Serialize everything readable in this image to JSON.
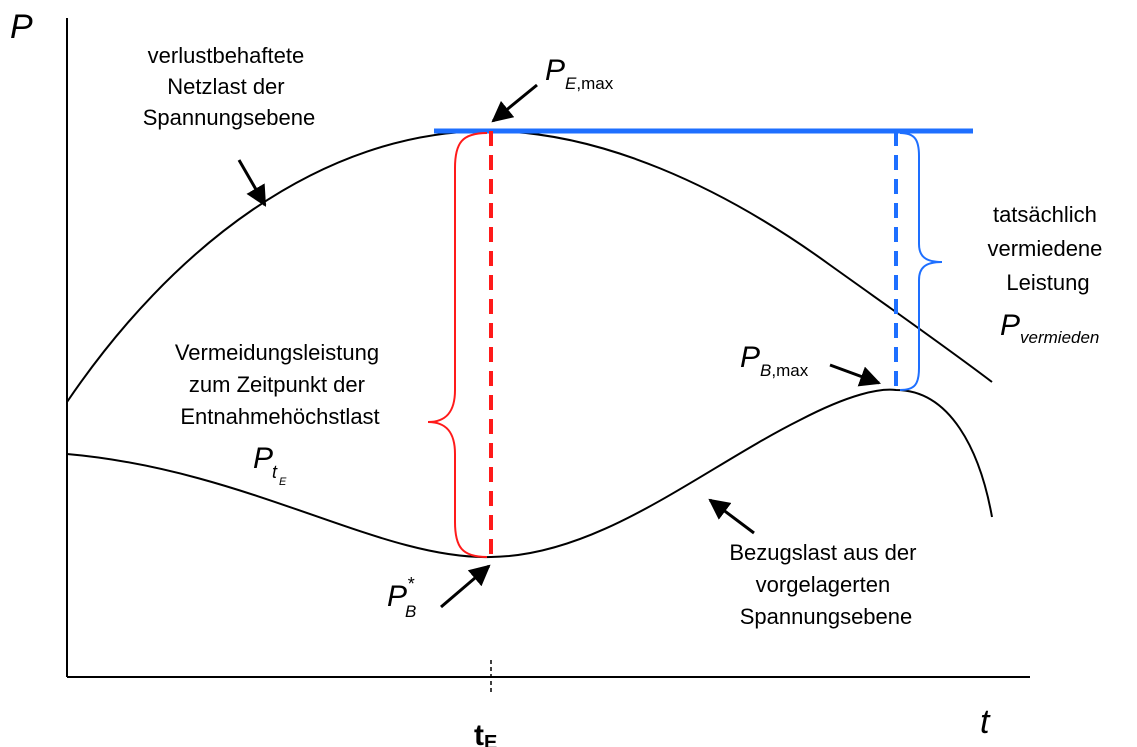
{
  "axes": {
    "y_label": "P",
    "x_label": "t",
    "x_tick_main": "t",
    "x_tick_sub": "E"
  },
  "annotations": {
    "upper_curve": [
      "verlustbehaftete",
      "Netzlast der",
      "Spannungsebene"
    ],
    "lower_curve": [
      "Bezugslast aus der",
      "vorgelagerten",
      "Spannungsebene"
    ],
    "avoidance": [
      "Vermeidungsleistung",
      "zum Zeitpunkt der",
      "Entnahmehöchstlast"
    ],
    "actual": [
      "tatsächlich",
      "vermiedene",
      "Leistung"
    ]
  },
  "symbols": {
    "pe_max": {
      "main": "P",
      "sub_italic": "E",
      "sub_rest": ",max"
    },
    "pb_max": {
      "main": "P",
      "sub_italic": "B",
      "sub_rest": ",max"
    },
    "pb_star": {
      "main": "P",
      "sub": "B",
      "sup": "*"
    },
    "pte": {
      "main": "P",
      "sub": "t",
      "subsub": "E"
    },
    "pvermieden": {
      "main": "P",
      "sub": "vermieden"
    }
  },
  "colors": {
    "curve": "#000000",
    "red": "#ff1a1a",
    "blue": "#1e6fff"
  }
}
